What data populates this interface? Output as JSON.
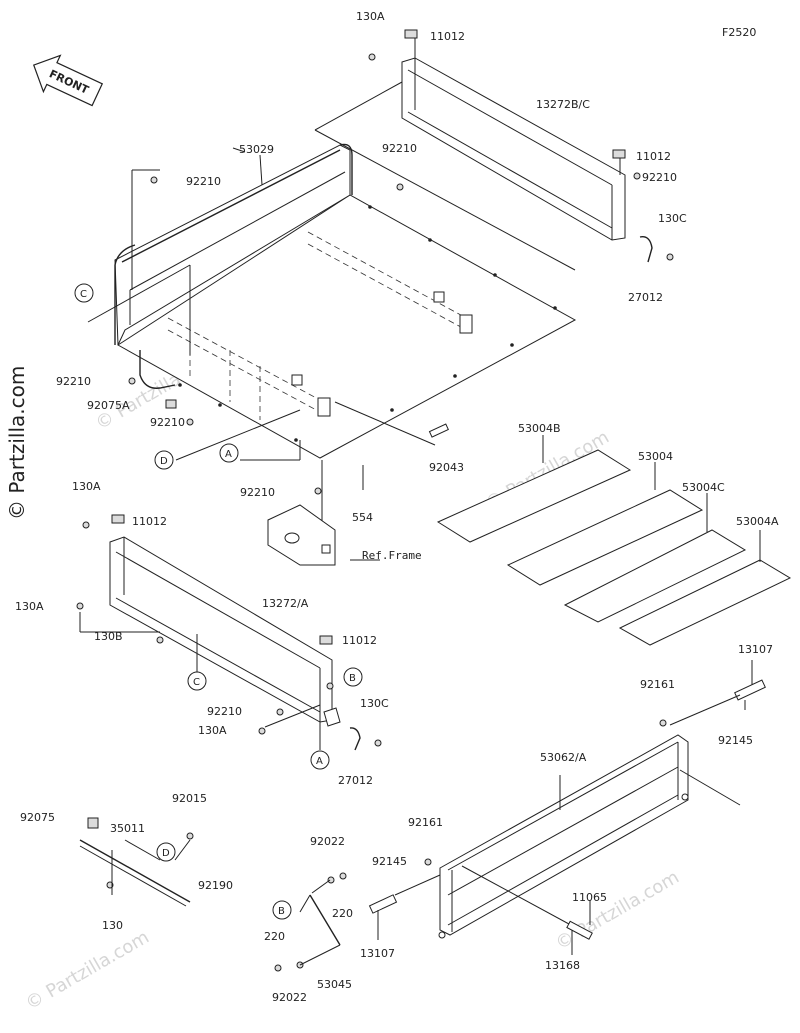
{
  "figure_code": "F2520",
  "front_label": "FRONT",
  "ref_frame": "Ref.Frame",
  "watermark_side": "© Partzilla.com",
  "watermark": "© Partzilla.com",
  "callouts": {
    "a": "A",
    "b": "B",
    "c": "C",
    "d": "D"
  },
  "parts": {
    "p130a": "130A",
    "p11012": "11012",
    "p13272bc": "13272B/C",
    "p53029": "53029",
    "p92210": "92210",
    "p130c": "130C",
    "p27012": "27012",
    "p92075a": "92075A",
    "p92043": "92043",
    "p554": "554",
    "p53004b": "53004B",
    "p53004": "53004",
    "p53004c": "53004C",
    "p53004a": "53004A",
    "p13272a": "13272/A",
    "p130b": "130B",
    "p13107": "13107",
    "p92161": "92161",
    "p92145": "92145",
    "p53062a": "53062/A",
    "p92075": "92075",
    "p92015": "92015",
    "p35011": "35011",
    "p92190": "92190",
    "p130": "130",
    "p92022": "92022",
    "p220": "220",
    "p53045": "53045",
    "p13168": "13168",
    "p11065": "11065"
  }
}
